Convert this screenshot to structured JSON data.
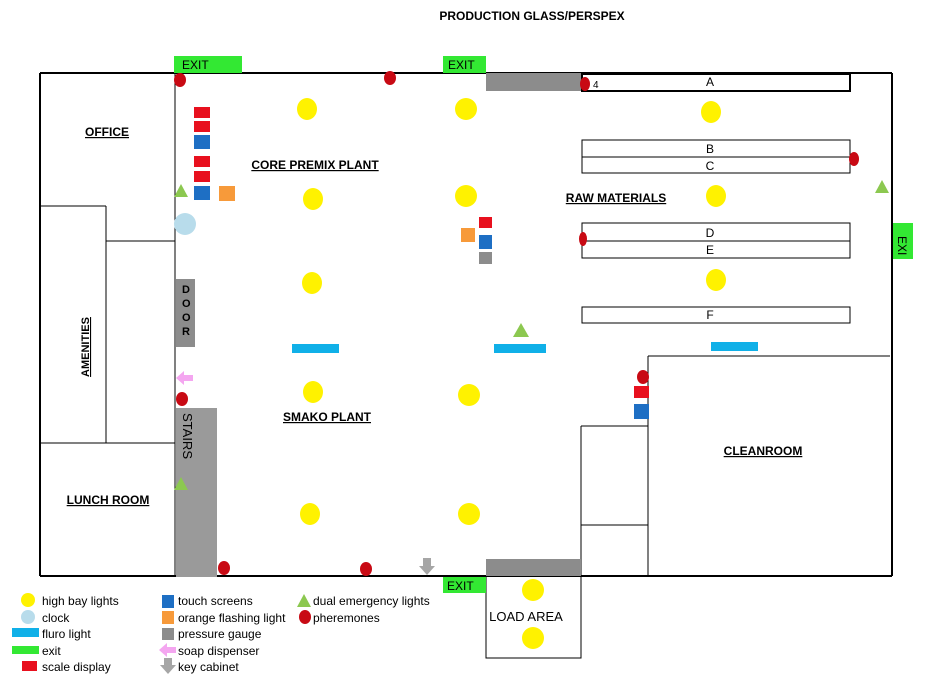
{
  "title": "PRODUCTION GLASS/PERSPEX",
  "rooms": {
    "office": "OFFICE",
    "amenities": "AMENITIES",
    "lunch_room": "LUNCH ROOM",
    "door": "DOOR",
    "stairs": "STAIRS",
    "core_premix_plant": "CORE PREMIX PLANT",
    "smako_plant": "SMAKO PLANT",
    "raw_materials": "RAW MATERIALS",
    "cleanroom": "CLEANROOM",
    "load_area": "LOAD AREA"
  },
  "exits": {
    "top_left": "EXIT",
    "top_center": "EXIT",
    "bottom": "EXIT",
    "right": "EXI"
  },
  "racks": [
    "A",
    "B",
    "C",
    "D",
    "E",
    "F"
  ],
  "rack_marker": "4",
  "legend": {
    "high_bay": "high bay lights",
    "clock": "clock",
    "fluro": "fluro light",
    "exit": "exit",
    "scale": "scale display",
    "touch": "touch screens",
    "orange": "orange flashing light",
    "pressure": "pressure gauge",
    "soap": "soap dispenser",
    "key": "key cabinet",
    "emergency": "dual emergency lights",
    "pheremones": "pheremones"
  },
  "colors": {
    "high_bay": "#FFF200",
    "clock": "#B8DCEB",
    "fluro": "#10B0E8",
    "exit": "#33E833",
    "scale": "#E8101E",
    "touch": "#1E6FC4",
    "orange": "#F79A3A",
    "pressure": "#8C8C8C",
    "soap": "#F4A6F0",
    "key": "#A6A6A6",
    "emergency": "#8CC850",
    "pheremones": "#C80A14",
    "wall_block": "#8C8C8C"
  }
}
